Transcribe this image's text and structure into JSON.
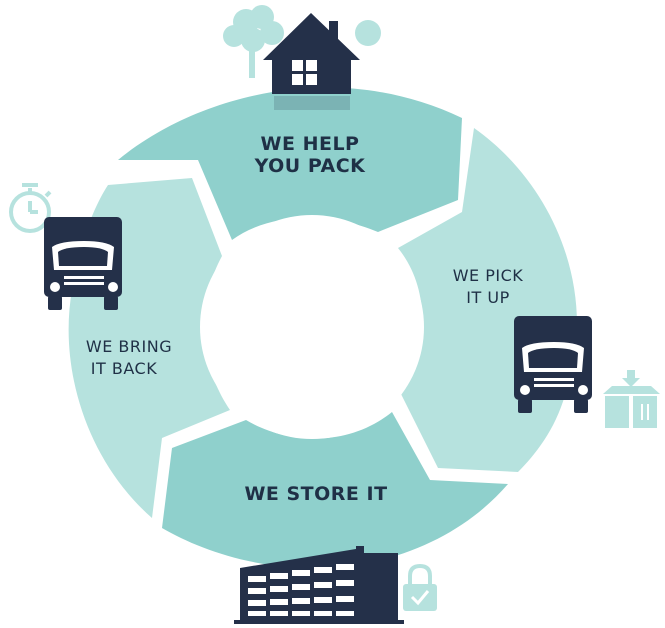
{
  "colors": {
    "segment_dark": "#8fd0cc",
    "segment_light": "#b6e2de",
    "navy": "#243049",
    "accent_light": "#c3e7e3",
    "text": "#1f3046"
  },
  "steps": [
    {
      "line1": "WE HELP",
      "line2": "YOU PACK",
      "icon": "house-icon"
    },
    {
      "line1": "WE PICK",
      "line2": "IT UP",
      "icon": "truck-icon"
    },
    {
      "line1": "WE STORE IT",
      "line2": "",
      "icon": "warehouse-icon"
    },
    {
      "line1": "WE BRING",
      "line2": "IT BACK",
      "icon": "truck-icon"
    }
  ],
  "decorations": [
    "tree-icon",
    "sun-icon",
    "stopwatch-icon",
    "box-icon",
    "padlock-icon"
  ]
}
